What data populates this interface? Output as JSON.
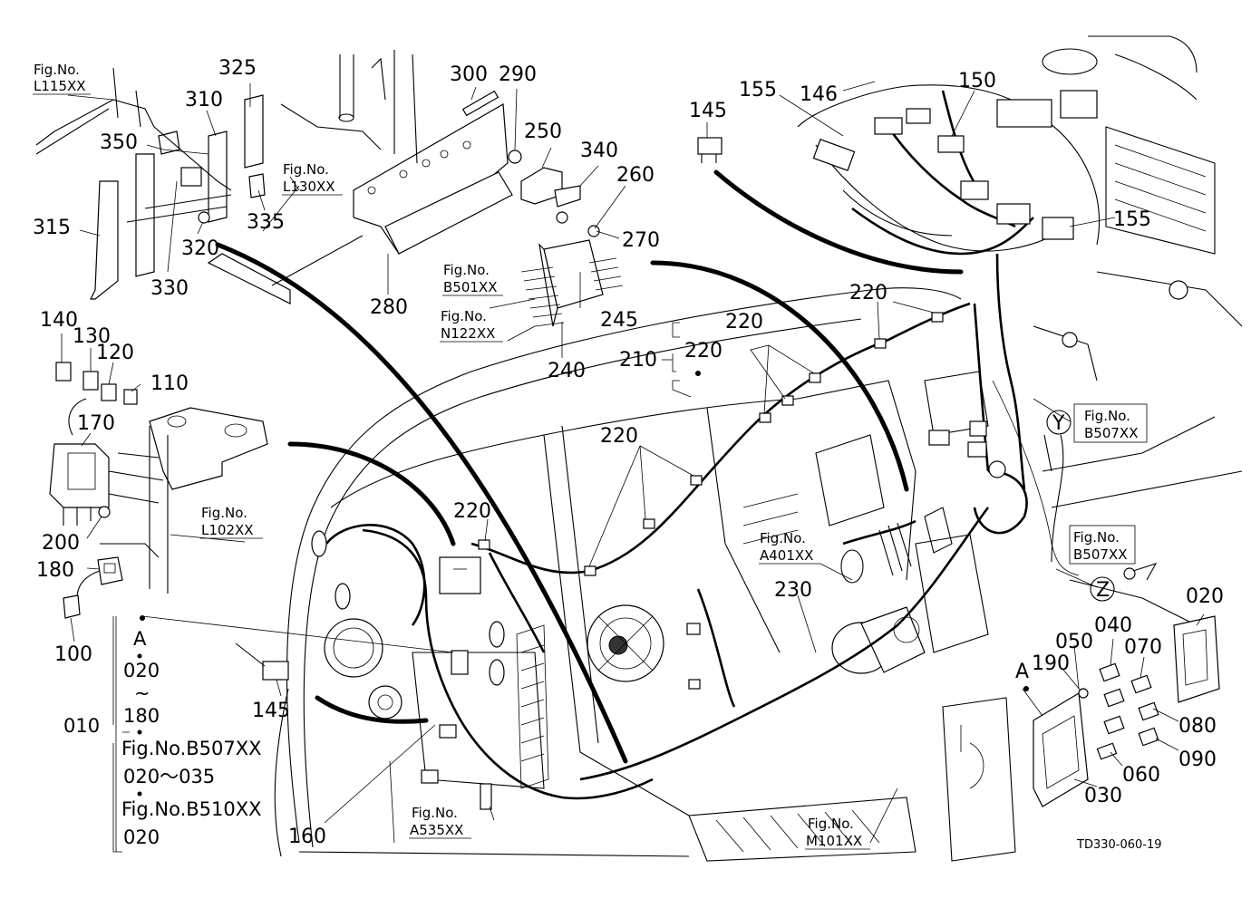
{
  "diagram": {
    "part_labels": {
      "p325": "325",
      "p310": "310",
      "p350": "350",
      "p315": "315",
      "p320": "320",
      "p330": "330",
      "p335": "335",
      "p300": "300",
      "p290": "290",
      "p250": "250",
      "p340": "340",
      "p260": "260",
      "p270": "270",
      "p280": "280",
      "p245": "245",
      "p240": "240",
      "p145a": "145",
      "p155a": "155",
      "p146": "146",
      "p150": "150",
      "p155b": "155",
      "p140": "140",
      "p130": "130",
      "p120": "120",
      "p110": "110",
      "p170": "170",
      "p200": "200",
      "p180": "180",
      "p100": "100",
      "p220a": "220",
      "p220b": "220",
      "p210": "210",
      "p220c": "220",
      "p220d": "220",
      "p220e": "220",
      "p230": "230",
      "p145b": "145",
      "p160": "160",
      "p020": "020",
      "p040": "040",
      "p050": "050",
      "p070": "070",
      "p190": "190",
      "p080": "080",
      "p090": "090",
      "p060": "060",
      "p030": "030",
      "pA": "A",
      "pY": "Y",
      "pZ": "Z"
    },
    "fig_refs": {
      "l115_prefix": "Fig.No.",
      "l115": "L115XX",
      "l130_prefix": "Fig.No.",
      "l130": "L130XX",
      "b501_prefix": "Fig.No.",
      "b501": "B501XX",
      "n122_prefix": "Fig.No.",
      "n122": "N122XX",
      "l102_prefix": "Fig.No.",
      "l102": "L102XX",
      "a401_prefix": "Fig.No.",
      "a401": "A401XX",
      "b507y_prefix": "Fig.No.",
      "b507y": "B507XX",
      "b507z_prefix": "Fig.No.",
      "b507z": "B507XX",
      "a535_prefix": "Fig.No.",
      "a535": "A535XX",
      "m101_prefix": "Fig.No.",
      "m101": "M101XX"
    },
    "legend": {
      "group_id": "010",
      "line1": "A",
      "line2": "020",
      "line3": "~",
      "line4": "180",
      "line5": "Fig.No.B507XX",
      "line6": "020～035",
      "line7": "Fig.No.B510XX",
      "line8": "020"
    },
    "drawing_code": "TD330-060-19"
  }
}
